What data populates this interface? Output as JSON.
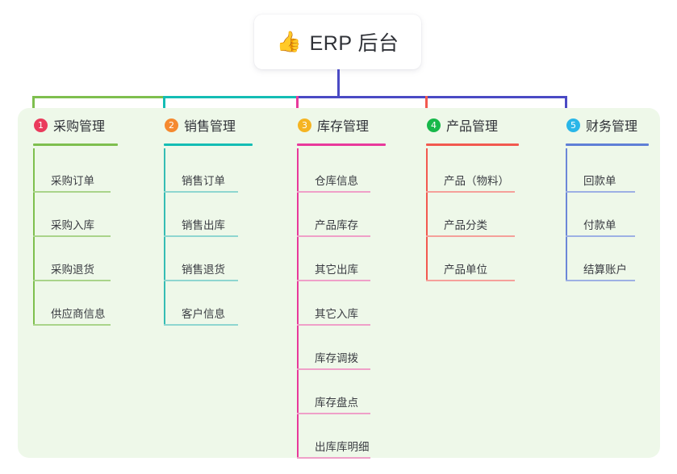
{
  "diagram": {
    "type": "mind-map",
    "root": {
      "emoji": "👍",
      "emoji_name": "thumbs-up-emoji",
      "title": "ERP 后台",
      "connector_color": "#4a4ac4"
    },
    "panel_color": "#eef8e9",
    "branches": [
      {
        "number": "1",
        "title": "采购管理",
        "badge_color": "#ea3b5c",
        "rule_color": "#7ebf4e",
        "line_color": "#7ebf4e",
        "item_rule_color": "#a9d48a",
        "bus_color": "#7ebf4e",
        "items": [
          "采购订单",
          "采购入库",
          "采购退货",
          "供应商信息"
        ]
      },
      {
        "number": "2",
        "title": "销售管理",
        "badge_color": "#f5892f",
        "rule_color": "#14bdb4",
        "line_color": "#35bdb4",
        "item_rule_color": "#8ed6d0",
        "bus_color": "#14bdb4",
        "items": [
          "销售订单",
          "销售出库",
          "销售退货",
          "客户信息"
        ]
      },
      {
        "number": "3",
        "title": "库存管理",
        "badge_color": "#f5b422",
        "rule_color": "#e8399b",
        "line_color": "#e8399b",
        "item_rule_color": "#efa0c8",
        "bus_color": "#e8399b",
        "items": [
          "仓库信息",
          "产品库存",
          "其它出库",
          "其它入库",
          "库存调拨",
          "库存盘点",
          "出库库明细"
        ]
      },
      {
        "number": "4",
        "title": "产品管理",
        "badge_color": "#17b84a",
        "rule_color": "#f2594f",
        "line_color": "#f2594f",
        "item_rule_color": "#f5a09a",
        "bus_color": "#f2594f",
        "items": [
          "产品（物料）",
          "产品分类",
          "产品单位"
        ]
      },
      {
        "number": "5",
        "title": "财务管理",
        "badge_color": "#29b6e8",
        "rule_color": "#5f7fd6",
        "line_color": "#6b87d8",
        "item_rule_color": "#9db0e4",
        "bus_color": "#4a4ac4",
        "items": [
          "回款单",
          "付款单",
          "结算账户"
        ]
      }
    ]
  }
}
